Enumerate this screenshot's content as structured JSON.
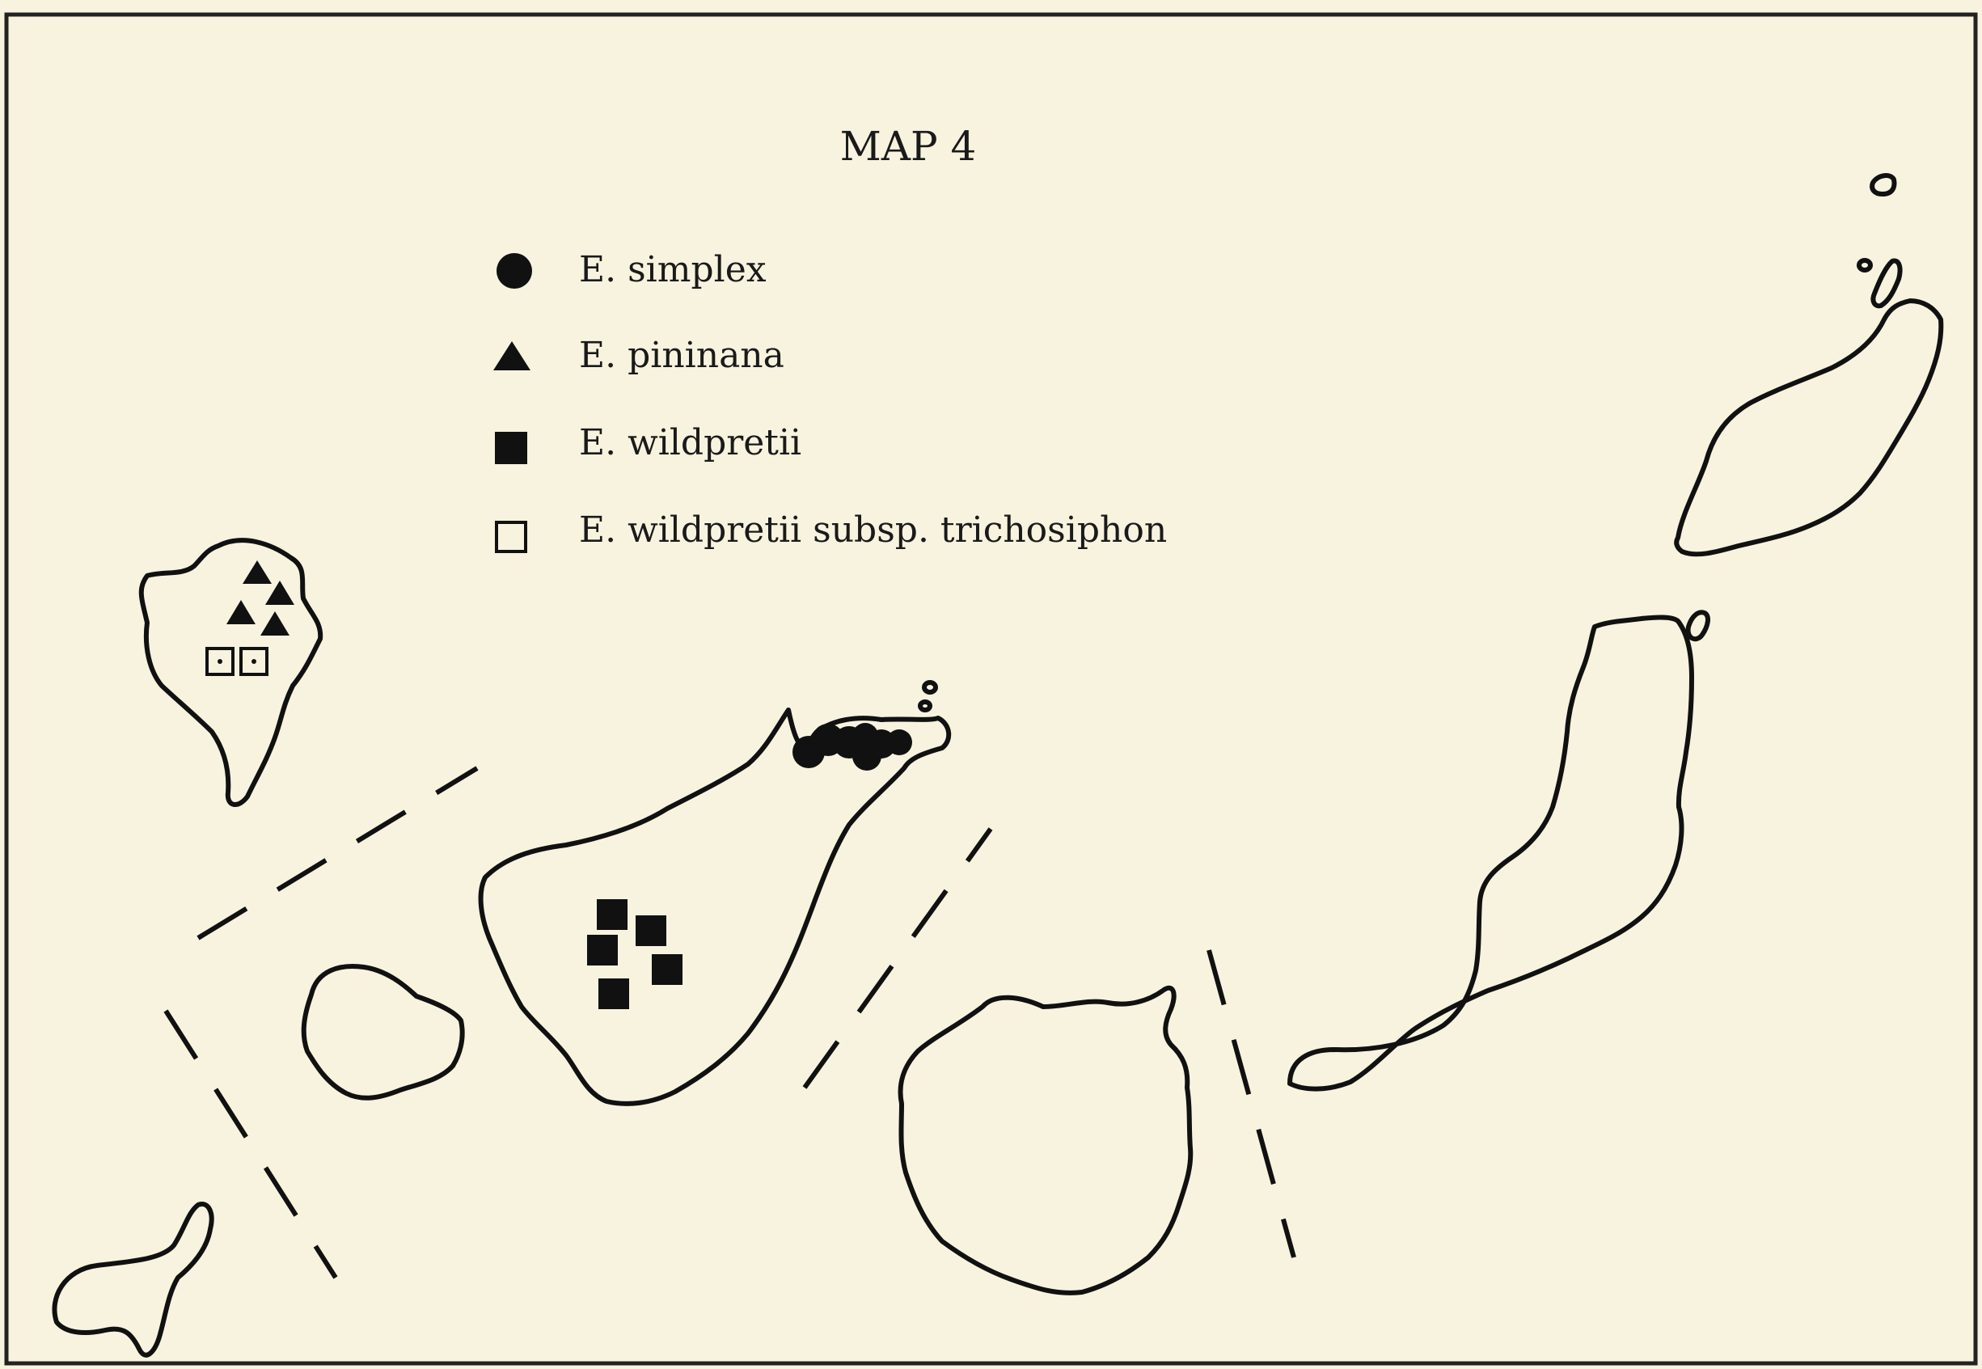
{
  "map": {
    "title": "MAP 4",
    "legend": [
      {
        "symbol": "filled-circle",
        "label": "E. simplex"
      },
      {
        "symbol": "filled-triangle",
        "label": "E. pininana"
      },
      {
        "symbol": "filled-square",
        "label": "E. wildpretii"
      },
      {
        "symbol": "open-square",
        "label": "E. wildpretii subsp. trichosiphon"
      }
    ],
    "colors": {
      "background": "#f7f3df",
      "ink": "#111111"
    }
  }
}
